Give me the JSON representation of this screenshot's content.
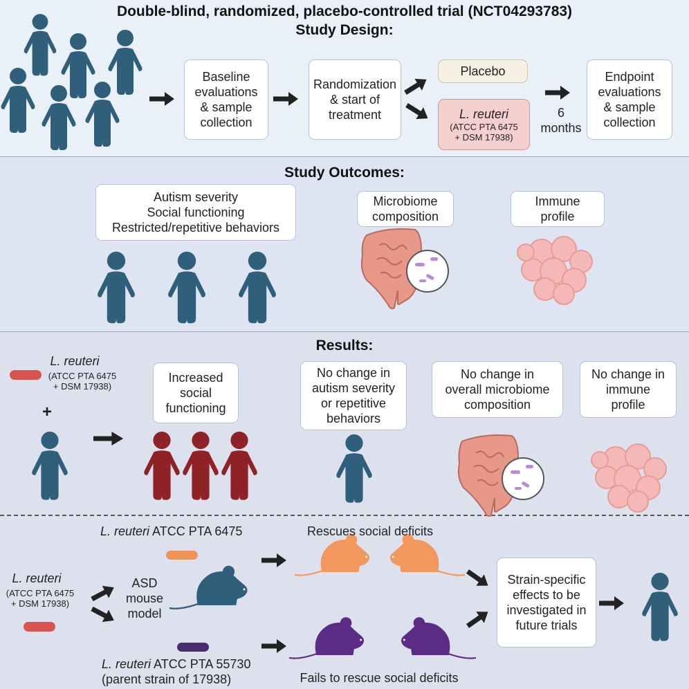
{
  "design": {
    "title": "Double-blind, randomized, placebo-controlled trial (NCT04293783)",
    "subtitle": "Study Design:",
    "steps": {
      "baseline": "Baseline\nevaluations\n& sample\ncollection",
      "randomization": "Randomization\n& start of\ntreatment",
      "placebo": "Placebo",
      "treatment_name": "L. reuteri",
      "treatment_strains": "(ATCC PTA 6475\n+ DSM 17938)",
      "duration": "6\nmonths",
      "endpoint": "Endpoint\nevaluations\n& sample\ncollection"
    }
  },
  "outcomes": {
    "title": "Study Outcomes:",
    "behavior": "Autism severity\nSocial functioning\nRestricted/repetitive behaviors",
    "microbiome": "Microbiome\ncomposition",
    "immune": "Immune\nprofile"
  },
  "results": {
    "title": "Results:",
    "treatment_name": "L. reuteri",
    "treatment_strains": "(ATCC PTA 6475\n+ DSM 17938)",
    "plus": "+",
    "increased": "Increased\nsocial\nfunctioning",
    "no_severity": "No change in\nautism severity\nor repetitive\nbehaviors",
    "no_microbiome": "No change in\noverall microbiome\ncomposition",
    "no_immune": "No change in\nimmune\nprofile"
  },
  "mouse": {
    "strain1_name": "L. reuteri",
    "strain1_id": " ATCC PTA 6475",
    "rescue": "Rescues social deficits",
    "combo_name": "L. reuteri",
    "combo_strains": "(ATCC PTA 6475\n+ DSM 17938)",
    "model": "ASD\nmouse\nmodel",
    "strain2_name": "L. reuteri",
    "strain2_id": " ATCC PTA 55730",
    "strain2_note": "(parent strain of 17938)",
    "fail": "Fails to rescue social deficits",
    "future": "Strain-specific\neffects to be\ninvestigated in\nfuture trials"
  },
  "colors": {
    "person": "#2f5f7a",
    "person_red": "#8e2226",
    "bacteria_red": "#d9534f",
    "bacteria_orange": "#f0955a",
    "bacteria_purple": "#4b2a70",
    "mouse_orange": "#f2975e",
    "mouse_purple": "#5b2b86",
    "band_top": "#eaf0f8",
    "band_mid": "#dfe4f3",
    "band_results": "#dde1ee",
    "band_bottom": "#e1e4ef"
  }
}
